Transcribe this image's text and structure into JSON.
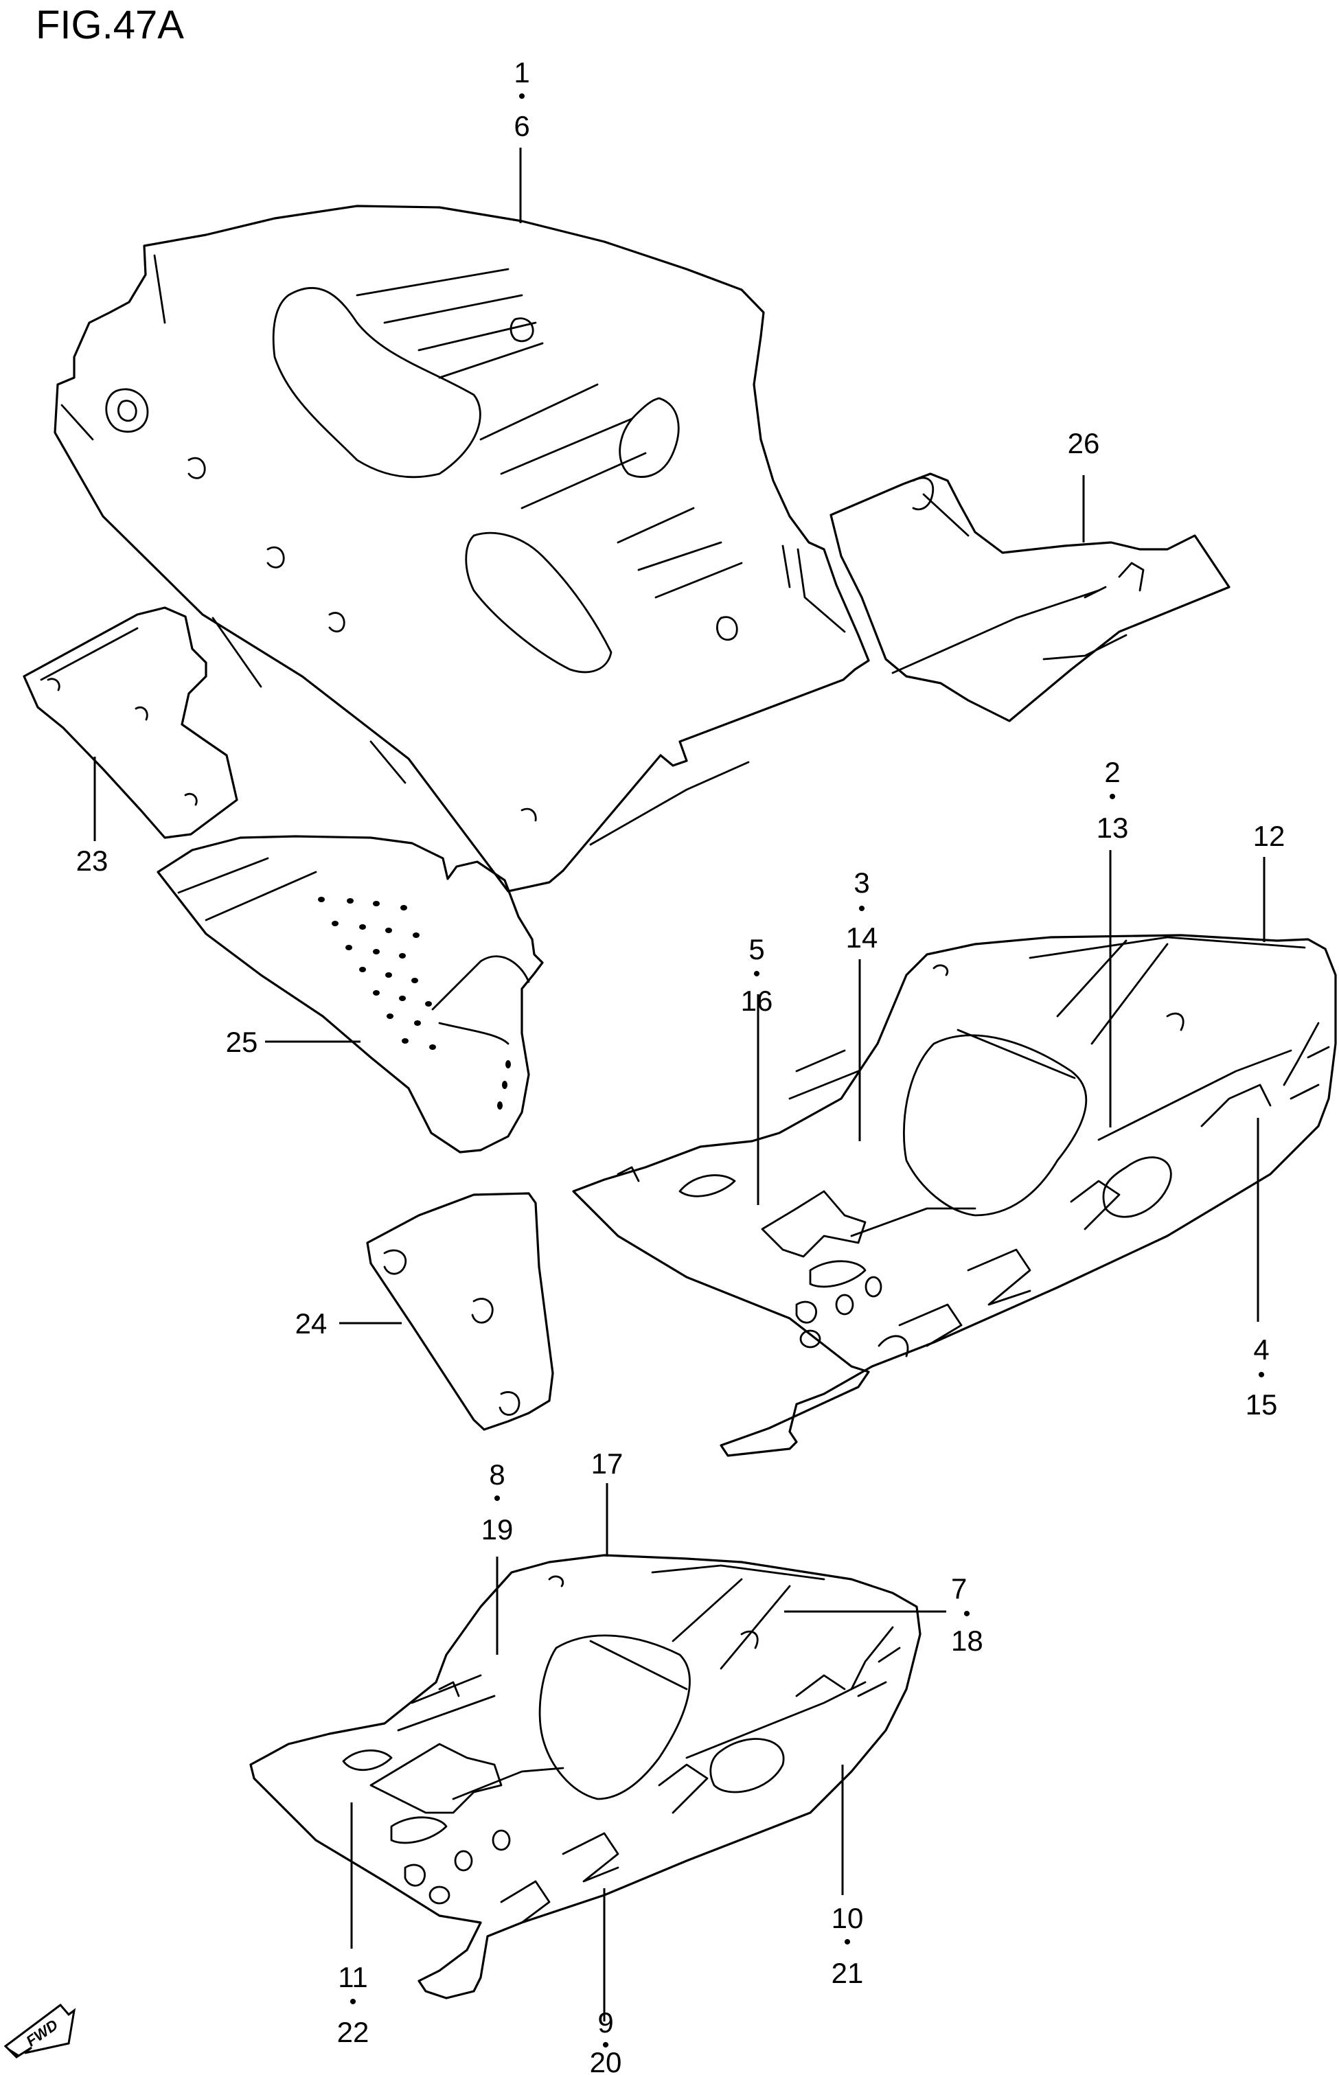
{
  "figure": {
    "title": "FIG.47A"
  },
  "fwd_badge": {
    "text": "FWD"
  },
  "colors": {
    "line": "#000000",
    "background": "#ffffff"
  },
  "callouts": [
    {
      "key": "c1_6",
      "top": "1",
      "sep": "•",
      "bottom": "6"
    },
    {
      "key": "c26",
      "top": "26"
    },
    {
      "key": "c23",
      "top": "23"
    },
    {
      "key": "c25",
      "top": "25"
    },
    {
      "key": "c24",
      "top": "24"
    },
    {
      "key": "c2_13",
      "top": "2",
      "sep": "•",
      "bottom": "13"
    },
    {
      "key": "c12",
      "top": "12"
    },
    {
      "key": "c3_14",
      "top": "3",
      "sep": "•",
      "bottom": "14"
    },
    {
      "key": "c5_16",
      "top": "5",
      "sep": "•",
      "bottom": "16"
    },
    {
      "key": "c4_15",
      "top": "4",
      "sep": "•",
      "bottom": "15"
    },
    {
      "key": "c8_19",
      "top": "8",
      "sep": "•",
      "bottom": "19"
    },
    {
      "key": "c17",
      "top": "17"
    },
    {
      "key": "c7_18",
      "top": "7",
      "sep": "•",
      "bottom": "18"
    },
    {
      "key": "c10_21",
      "top": "10",
      "sep": "•",
      "bottom": "21"
    },
    {
      "key": "c11_22",
      "top": "11",
      "sep": "•",
      "bottom": "22"
    },
    {
      "key": "c9_20",
      "top": "9",
      "sep": "•",
      "bottom": "20"
    }
  ]
}
